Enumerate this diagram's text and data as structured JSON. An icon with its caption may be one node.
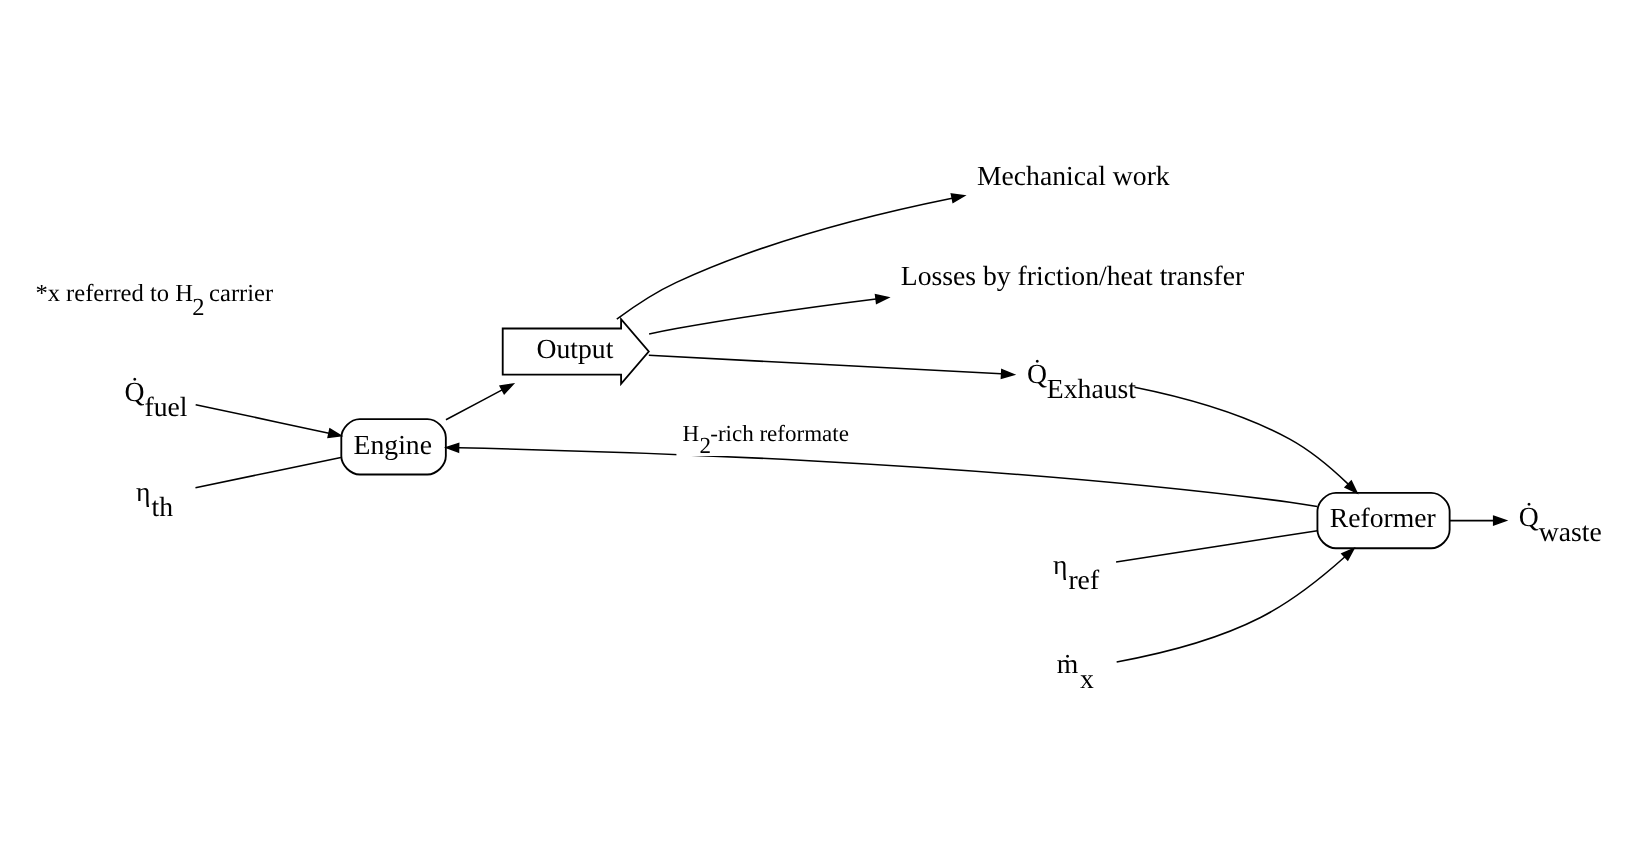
{
  "diagram": {
    "nodes": [
      {
        "text": [
          "Q̇$_{fuel}$"
        ]
      },
      {
        "text": [
          "Engine"
        ]
      },
      {
        "text": [
          "η$_{th}$"
        ]
      },
      {
        "text": [
          "Output"
        ]
      },
      {
        "text": [
          "Mechanical work"
        ]
      },
      {
        "text": [
          "Losses by friction/heat transfer"
        ]
      },
      {
        "text": [
          "Q̇$_{Exhaust}$"
        ]
      },
      {
        "text": [
          "Reformer"
        ]
      },
      {
        "text": [
          "Q̇$_{waste}$"
        ]
      },
      {
        "text": [
          "η$_{ref}$"
        ]
      },
      {
        "text": [
          "ṁ$_{x}$"
        ]
      }
    ],
    "edges": [
      {
        "from": 0,
        "to": 1,
        "arrow": "to"
      },
      {
        "from": 2,
        "to": 1,
        "arrow": "none"
      },
      {
        "from": 1,
        "to": 3,
        "arrow": "to"
      },
      {
        "from": 3,
        "to": 4,
        "arrow": "to"
      },
      {
        "from": 3,
        "to": 5,
        "arrow": "to"
      },
      {
        "from": 3,
        "to": 6,
        "arrow": "to"
      },
      {
        "from": 6,
        "to": 7,
        "arrow": "to"
      },
      {
        "from": 7,
        "to": 1,
        "arrow": "to",
        "label": "H$_{2}$-rich reformate"
      },
      {
        "from": 7,
        "to": 8,
        "arrow": "to"
      },
      {
        "from": 9,
        "to": 7,
        "arrow": "none"
      },
      {
        "from": 10,
        "to": 7,
        "arrow": "to"
      }
    ],
    "labels": [
      "*x referred to H$_{2}$ carrier"
    ]
  }
}
